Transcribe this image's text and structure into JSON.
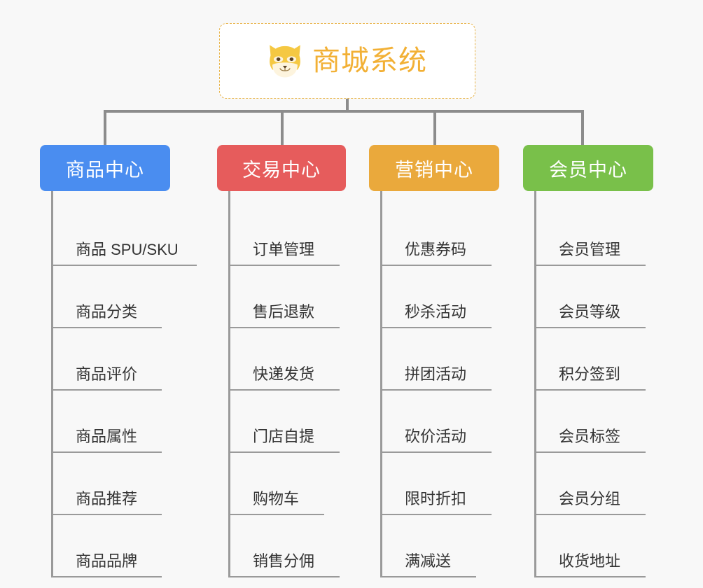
{
  "diagram": {
    "type": "org-chart",
    "background_color": "#f8f8f8",
    "connector_color": "#8c8c8c",
    "rule_color": "#9a9a9a"
  },
  "root": {
    "title": "商城系统",
    "icon": "shiba-dog-face-icon",
    "text_color": "#f2b035",
    "border_color": "#e8b44a",
    "background_color": "#ffffff"
  },
  "categories": [
    {
      "label": "商品中心",
      "color": "#4a8df0",
      "items": [
        "商品 SPU/SKU",
        "商品分类",
        "商品评价",
        "商品属性",
        "商品推荐",
        "商品品牌"
      ]
    },
    {
      "label": "交易中心",
      "color": "#e65c5c",
      "items": [
        "订单管理",
        "售后退款",
        "快递发货",
        "门店自提",
        "购物车",
        "销售分佣"
      ]
    },
    {
      "label": "营销中心",
      "color": "#eaa93c",
      "items": [
        "优惠券码",
        "秒杀活动",
        "拼团活动",
        "砍价活动",
        "限时折扣",
        "满减送"
      ]
    },
    {
      "label": "会员中心",
      "color": "#79c04a",
      "items": [
        "会员管理",
        "会员等级",
        "积分签到",
        "会员标签",
        "会员分组",
        "收货地址"
      ]
    }
  ]
}
